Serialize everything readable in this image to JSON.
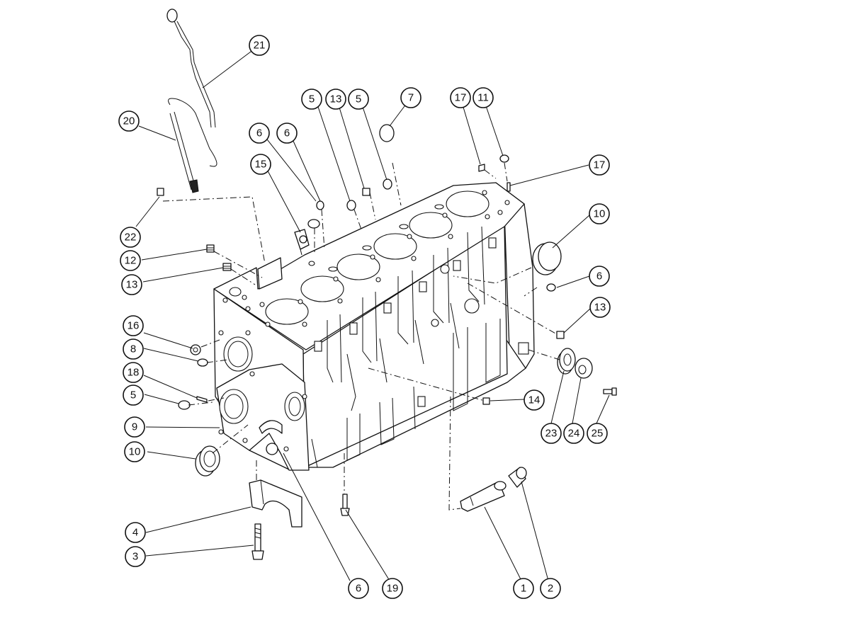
{
  "figure": {
    "callouts": [
      {
        "id": "c21",
        "label": "21"
      },
      {
        "id": "c20",
        "label": "20"
      },
      {
        "id": "c22",
        "label": "22"
      },
      {
        "id": "c12",
        "label": "12"
      },
      {
        "id": "c13a",
        "label": "13"
      },
      {
        "id": "c16",
        "label": "16"
      },
      {
        "id": "c8",
        "label": "8"
      },
      {
        "id": "c18",
        "label": "18"
      },
      {
        "id": "c5a",
        "label": "5"
      },
      {
        "id": "c9",
        "label": "9"
      },
      {
        "id": "c10a",
        "label": "10"
      },
      {
        "id": "c4",
        "label": "4"
      },
      {
        "id": "c3",
        "label": "3"
      },
      {
        "id": "c6a",
        "label": "6"
      },
      {
        "id": "c6b",
        "label": "6"
      },
      {
        "id": "c15",
        "label": "15"
      },
      {
        "id": "c5b",
        "label": "5"
      },
      {
        "id": "c13b",
        "label": "13"
      },
      {
        "id": "c5c",
        "label": "5"
      },
      {
        "id": "c7",
        "label": "7"
      },
      {
        "id": "c17a",
        "label": "17"
      },
      {
        "id": "c11",
        "label": "11"
      },
      {
        "id": "c17b",
        "label": "17"
      },
      {
        "id": "c10b",
        "label": "10"
      },
      {
        "id": "c6c",
        "label": "6"
      },
      {
        "id": "c13c",
        "label": "13"
      },
      {
        "id": "c14",
        "label": "14"
      },
      {
        "id": "c23",
        "label": "23"
      },
      {
        "id": "c24",
        "label": "24"
      },
      {
        "id": "c25",
        "label": "25"
      },
      {
        "id": "c6d",
        "label": "6"
      },
      {
        "id": "c19",
        "label": "19"
      },
      {
        "id": "c1",
        "label": "1"
      },
      {
        "id": "c2",
        "label": "2"
      }
    ]
  }
}
